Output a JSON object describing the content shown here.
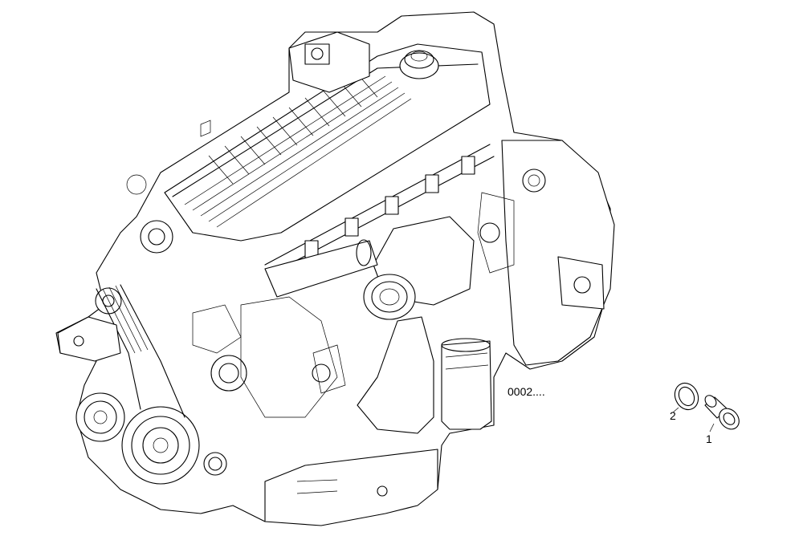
{
  "drawing": {
    "reference_code": "0002....",
    "callouts": [
      {
        "number": "2",
        "part": "sealing-washer"
      },
      {
        "number": "1",
        "part": "plug"
      }
    ]
  },
  "colors": {
    "background": "#ffffff",
    "line": "#000000"
  }
}
